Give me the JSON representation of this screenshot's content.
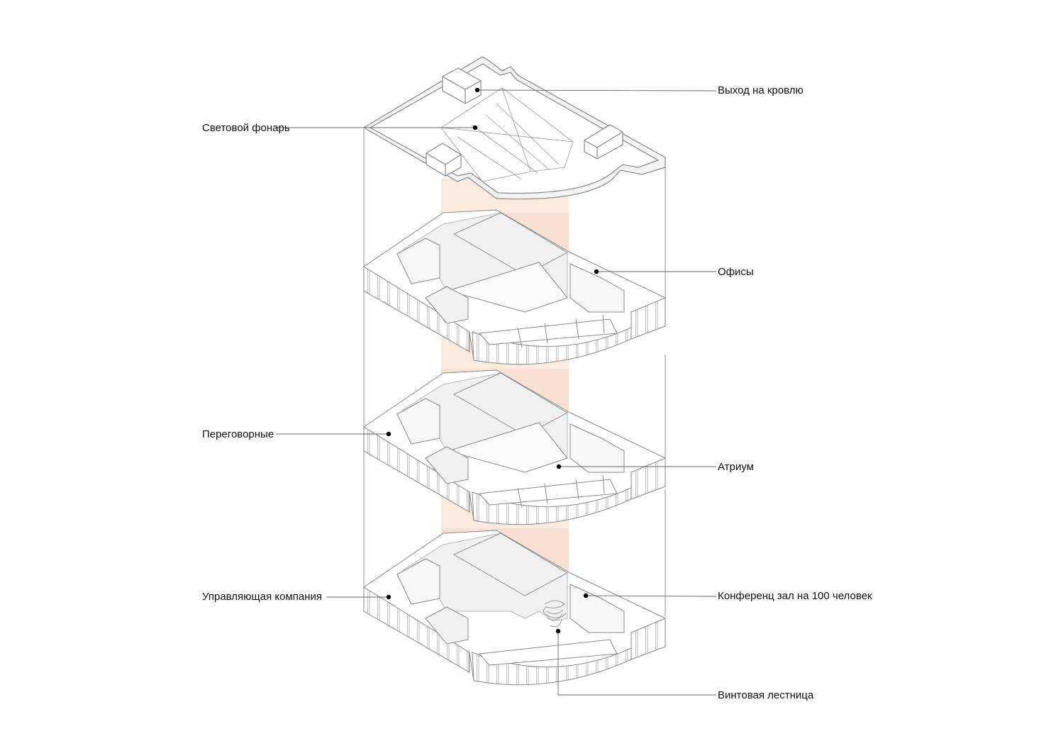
{
  "colors": {
    "background": "#ffffff",
    "line": "#9a9a9a",
    "wall": "#e2e2e2",
    "atrium": "#f6d9c6",
    "leader": "#666666",
    "dot": "#000000",
    "text": "#111111"
  },
  "callouts": {
    "roof_exit": "Выход на кровлю",
    "skylight": "Световой фонарь",
    "offices": "Офисы",
    "meeting_rooms": "Переговорные",
    "atrium": "Атриум",
    "management": "Управляющая компания",
    "conference": "Конференц зал на 100 человек",
    "spiral_stair": "Винтовая лестница"
  }
}
